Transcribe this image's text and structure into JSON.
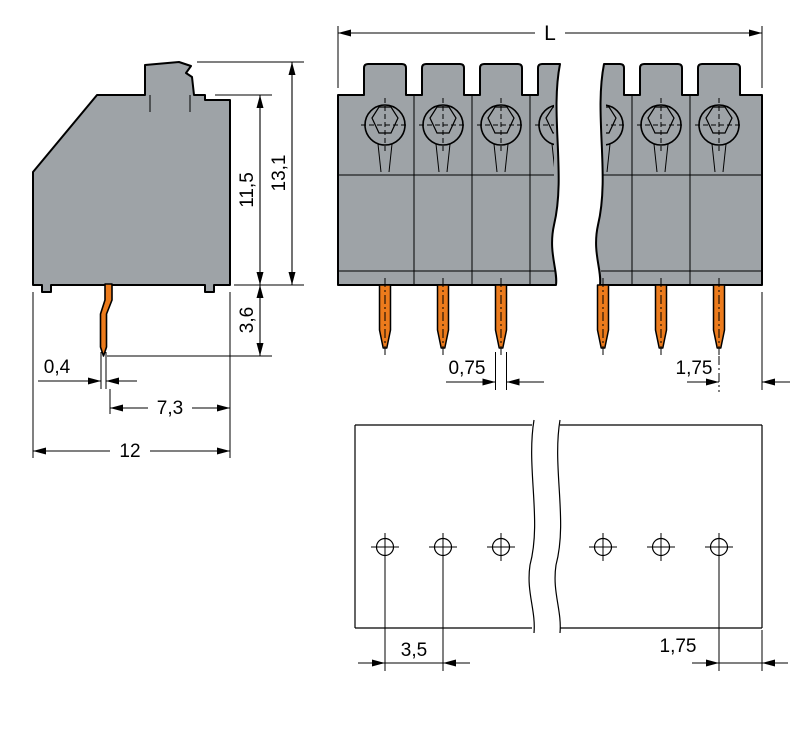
{
  "drawing": {
    "type": "technical-dimension-drawing",
    "views": {
      "side": "side-view",
      "front": "front-view",
      "drill": "drilling-plan"
    },
    "labels": {
      "body_height": "11,5",
      "total_height": "13,1",
      "pin_length": "3,6",
      "pin_width_side": "0,4",
      "pin_to_front": "7,3",
      "total_depth": "12",
      "total_length": "L",
      "pin_width_front": "0,75",
      "end_offset_front": "1,75",
      "hole_pitch": "3,5",
      "edge_offset_drill": "1,75"
    },
    "colors": {
      "housing_gray": "#9ea3a7",
      "pin_orange": "#ec7b1c",
      "line": "#000000"
    }
  }
}
